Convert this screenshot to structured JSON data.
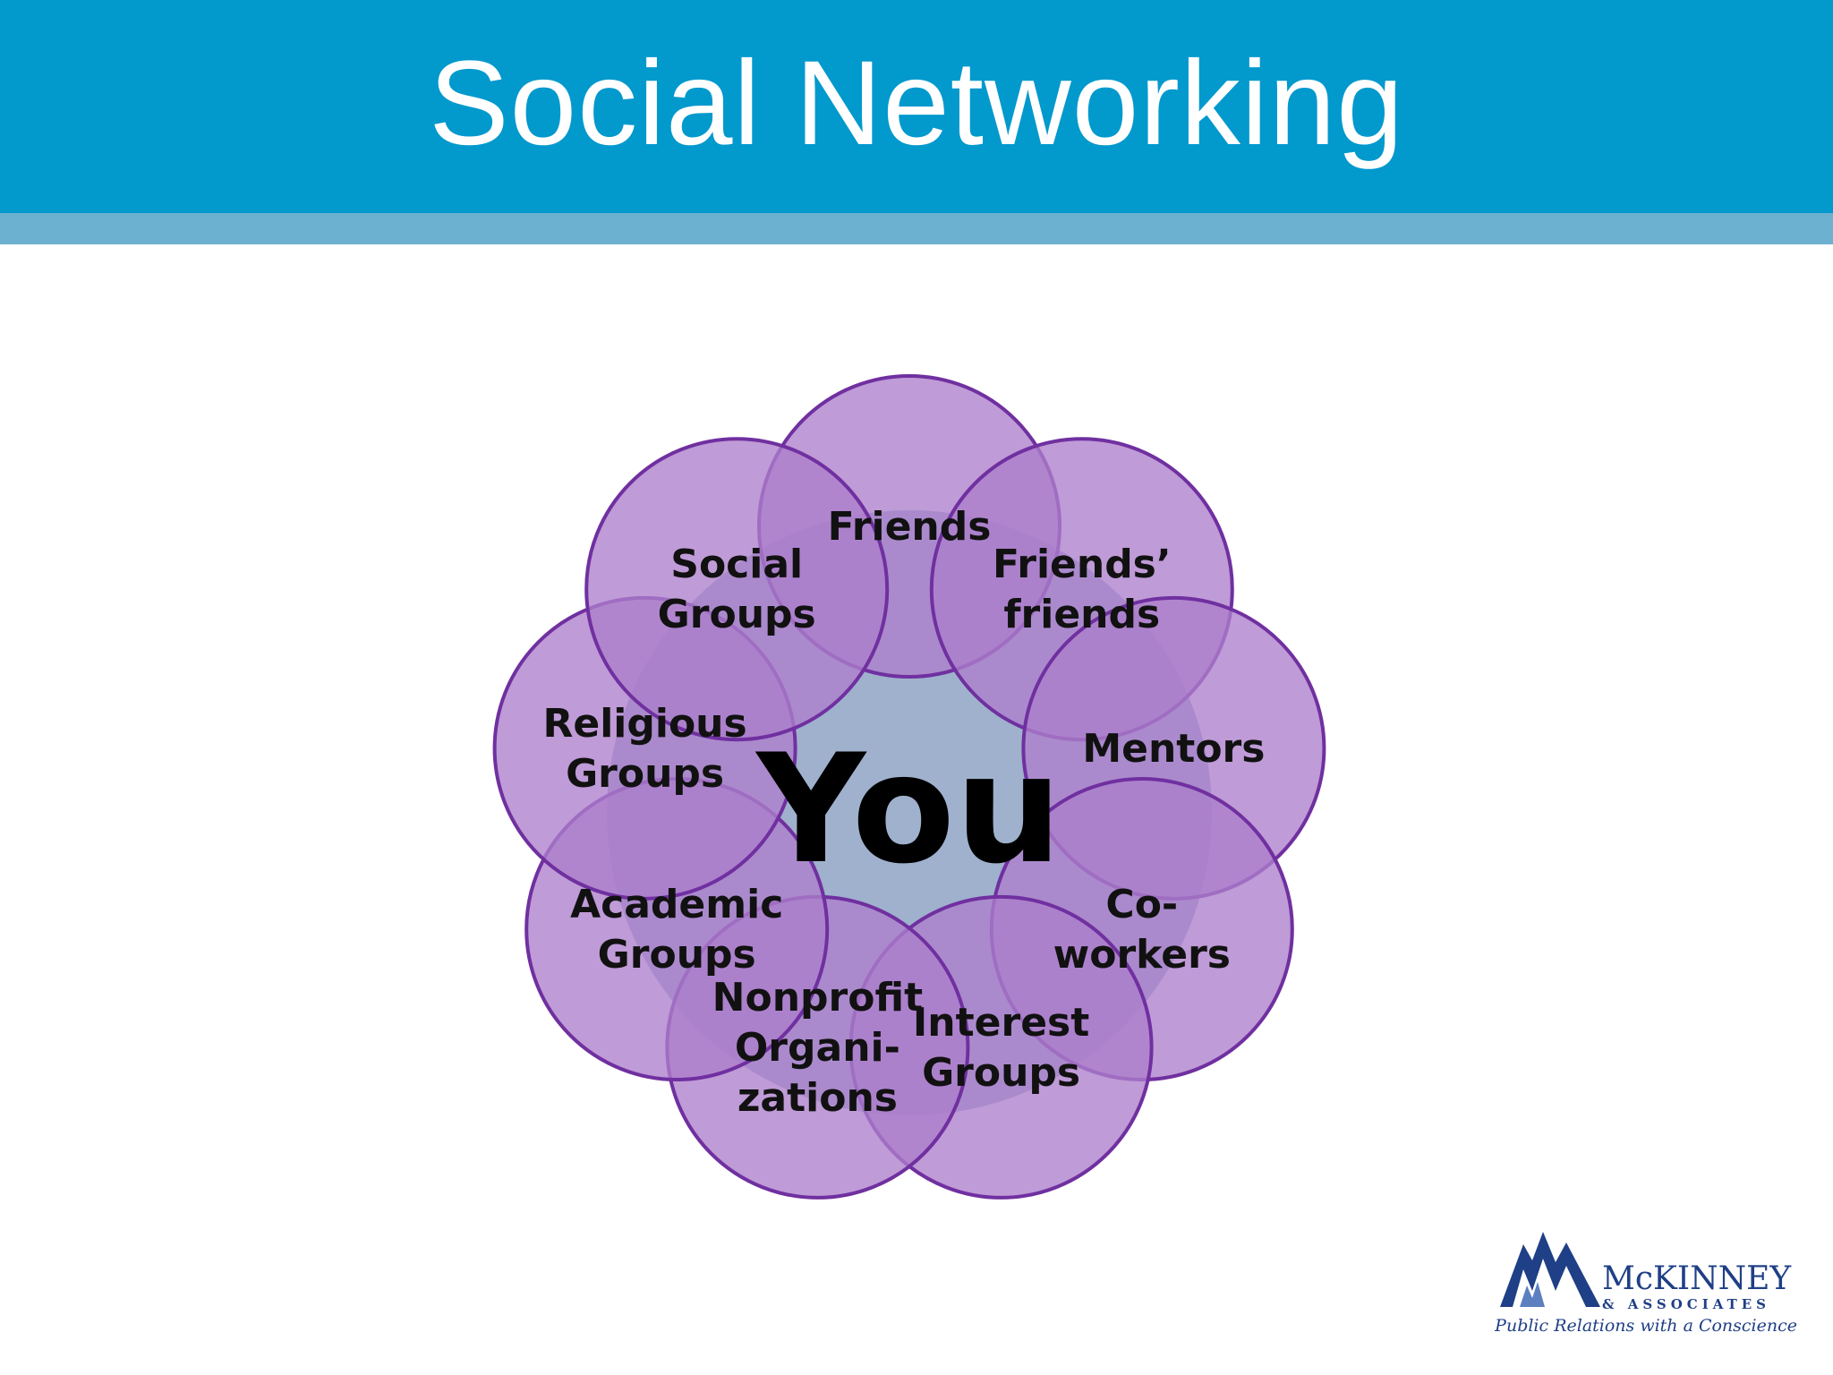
{
  "title": "Social Networking",
  "center": {
    "label": "You"
  },
  "nodes": [
    {
      "id": "friends",
      "lines": [
        "Friends"
      ]
    },
    {
      "id": "friends-friends",
      "lines": [
        "Friends’",
        "friends"
      ]
    },
    {
      "id": "mentors",
      "lines": [
        "Mentors"
      ]
    },
    {
      "id": "co-workers",
      "lines": [
        "Co-",
        "workers"
      ]
    },
    {
      "id": "interest-groups",
      "lines": [
        "Interest",
        "Groups"
      ]
    },
    {
      "id": "nonprofit-organizations",
      "lines": [
        "Nonprofit",
        "Organi-",
        "zations"
      ]
    },
    {
      "id": "academic-groups",
      "lines": [
        "Academic",
        "Groups"
      ]
    },
    {
      "id": "religious-groups",
      "lines": [
        "Religious",
        "Groups"
      ]
    },
    {
      "id": "social-groups",
      "lines": [
        "Social",
        "Groups"
      ]
    }
  ],
  "colors": {
    "header": "#0299cd",
    "header_band": "#6db1d1",
    "center_fill": "#9fb1cd",
    "node_fill": "#ad7fcc",
    "node_stroke": "#7030a0",
    "logo": "#1f3f86"
  },
  "logo": {
    "name": "McKINNEY",
    "subtitle": "& ASSOCIATES",
    "tagline": "Public Relations with a Conscience",
    "icon": "mountain-peaks-logo-icon"
  }
}
